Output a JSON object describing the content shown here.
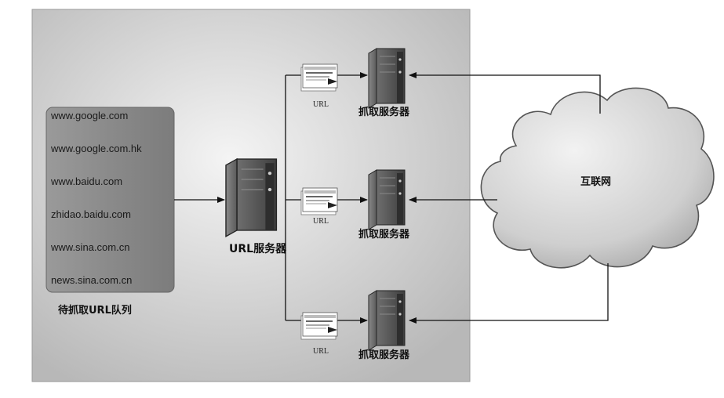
{
  "queue": {
    "title": "待抓取URL队列",
    "items": [
      "www.google.com",
      "www.google.com.hk",
      "www.baidu.com",
      "zhidao.baidu.com",
      "www.sina.com.cn",
      "news.sina.com.cn"
    ]
  },
  "url_server": {
    "label": "URL服务器"
  },
  "crawlers": [
    {
      "label": "抓取服务器",
      "doc_label": "URL"
    },
    {
      "label": "抓取服务器",
      "doc_label": "URL"
    },
    {
      "label": "抓取服务器",
      "doc_label": "URL"
    }
  ],
  "internet": {
    "label": "互联网"
  },
  "colors": {
    "panel_light": "#f2f2f2",
    "panel_dark": "#b5b5b5",
    "queue_box": "#8a8a8a",
    "server": "#5b5b5b"
  }
}
